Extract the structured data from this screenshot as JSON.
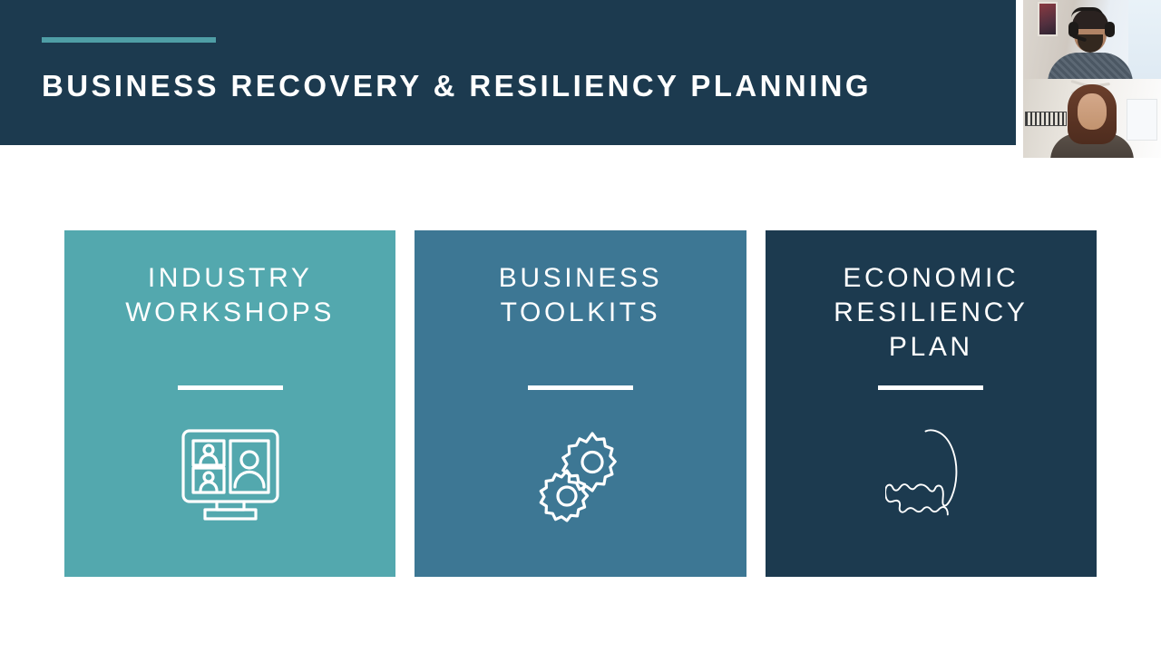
{
  "slide": {
    "title": "BUSINESS RECOVERY & RESILIENCY PLANNING",
    "accent_color": "#4f9ea6",
    "header_background": "#1c3a4f",
    "background": "#ffffff"
  },
  "cards": [
    {
      "title": "INDUSTRY WORKSHOPS",
      "background": "#53a8ae",
      "icon": "video-conference-monitor-icon"
    },
    {
      "title": "BUSINESS TOOLKITS",
      "background": "#3d7794",
      "icon": "gears-icon"
    },
    {
      "title": "ECONOMIC RESILIENCY PLAN",
      "background": "#1c3a4f",
      "icon": "cape-cod-map-icon"
    }
  ],
  "webcams": [
    {
      "participant": "presenter-with-headset"
    },
    {
      "participant": "presenter-second"
    }
  ]
}
